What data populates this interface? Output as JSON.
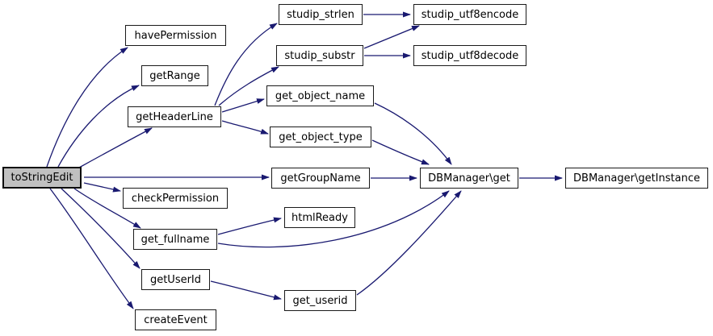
{
  "colors": {
    "canvas": "#ffffff",
    "edge": "#191970",
    "node_border": "#1a1a1a",
    "node_bg": "#ffffff",
    "node_text": "#000000",
    "highlight_bg": "#c0c0c0"
  },
  "nodes": [
    {
      "id": "toStringEdit",
      "label": "toStringEdit",
      "highlighted": true
    },
    {
      "id": "havePermission",
      "label": "havePermission",
      "highlighted": false
    },
    {
      "id": "getRange",
      "label": "getRange",
      "highlighted": false
    },
    {
      "id": "getHeaderLine",
      "label": "getHeaderLine",
      "highlighted": false
    },
    {
      "id": "checkPermission",
      "label": "checkPermission",
      "highlighted": false
    },
    {
      "id": "get_fullname",
      "label": "get_fullname",
      "highlighted": false
    },
    {
      "id": "getUserId",
      "label": "getUserId",
      "highlighted": false
    },
    {
      "id": "createEvent",
      "label": "createEvent",
      "highlighted": false
    },
    {
      "id": "studip_strlen",
      "label": "studip_strlen",
      "highlighted": false
    },
    {
      "id": "studip_substr",
      "label": "studip_substr",
      "highlighted": false
    },
    {
      "id": "get_object_name",
      "label": "get_object_name",
      "highlighted": false
    },
    {
      "id": "get_object_type",
      "label": "get_object_type",
      "highlighted": false
    },
    {
      "id": "getGroupName",
      "label": "getGroupName",
      "highlighted": false
    },
    {
      "id": "htmlReady",
      "label": "htmlReady",
      "highlighted": false
    },
    {
      "id": "get_userid",
      "label": "get_userid",
      "highlighted": false
    },
    {
      "id": "studip_utf8encode",
      "label": "studip_utf8encode",
      "highlighted": false
    },
    {
      "id": "studip_utf8decode",
      "label": "studip_utf8decode",
      "highlighted": false
    },
    {
      "id": "DBManager_get",
      "label": "DBManager\\get",
      "highlighted": false
    },
    {
      "id": "DBManager_getInstance",
      "label": "DBManager\\getInstance",
      "highlighted": false
    }
  ],
  "edges": [
    {
      "from": "toStringEdit",
      "to": "havePermission"
    },
    {
      "from": "toStringEdit",
      "to": "getRange"
    },
    {
      "from": "toStringEdit",
      "to": "getHeaderLine"
    },
    {
      "from": "toStringEdit",
      "to": "getGroupName"
    },
    {
      "from": "toStringEdit",
      "to": "checkPermission"
    },
    {
      "from": "toStringEdit",
      "to": "get_fullname"
    },
    {
      "from": "toStringEdit",
      "to": "getUserId"
    },
    {
      "from": "toStringEdit",
      "to": "createEvent"
    },
    {
      "from": "getHeaderLine",
      "to": "studip_strlen"
    },
    {
      "from": "getHeaderLine",
      "to": "studip_substr"
    },
    {
      "from": "getHeaderLine",
      "to": "get_object_name"
    },
    {
      "from": "getHeaderLine",
      "to": "get_object_type"
    },
    {
      "from": "studip_strlen",
      "to": "studip_utf8encode"
    },
    {
      "from": "studip_substr",
      "to": "studip_utf8encode"
    },
    {
      "from": "studip_substr",
      "to": "studip_utf8decode"
    },
    {
      "from": "get_object_name",
      "to": "DBManager_get"
    },
    {
      "from": "get_object_type",
      "to": "DBManager_get"
    },
    {
      "from": "getGroupName",
      "to": "DBManager_get"
    },
    {
      "from": "get_fullname",
      "to": "htmlReady"
    },
    {
      "from": "get_fullname",
      "to": "DBManager_get"
    },
    {
      "from": "getUserId",
      "to": "get_userid"
    },
    {
      "from": "get_userid",
      "to": "DBManager_get"
    },
    {
      "from": "DBManager_get",
      "to": "DBManager_getInstance"
    }
  ]
}
